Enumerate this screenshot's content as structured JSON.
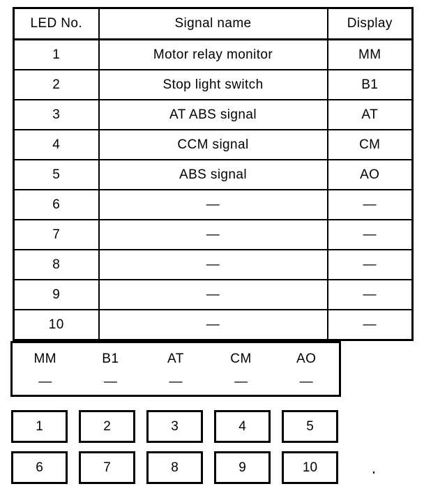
{
  "table": {
    "headers": [
      "LED No.",
      "Signal name",
      "Display"
    ],
    "rows": [
      {
        "no": "1",
        "signal": "Motor relay monitor",
        "display": "MM"
      },
      {
        "no": "2",
        "signal": "Stop light switch",
        "display": "B1"
      },
      {
        "no": "3",
        "signal": "AT ABS signal",
        "display": "AT"
      },
      {
        "no": "4",
        "signal": "CCM signal",
        "display": "CM"
      },
      {
        "no": "5",
        "signal": "ABS signal",
        "display": "AO"
      },
      {
        "no": "6",
        "signal": "—",
        "display": "—"
      },
      {
        "no": "7",
        "signal": "—",
        "display": "—"
      },
      {
        "no": "8",
        "signal": "—",
        "display": "—"
      },
      {
        "no": "9",
        "signal": "—",
        "display": "—"
      },
      {
        "no": "10",
        "signal": "—",
        "display": "—"
      }
    ]
  },
  "display_panel": {
    "cells": [
      {
        "label": "MM",
        "segment": "—"
      },
      {
        "label": "B1",
        "segment": "—"
      },
      {
        "label": "AT",
        "segment": "—"
      },
      {
        "label": "CM",
        "segment": "—"
      },
      {
        "label": "AO",
        "segment": "—"
      }
    ]
  },
  "led_boxes": {
    "row1": [
      "1",
      "2",
      "3",
      "4",
      "5"
    ],
    "row2": [
      "6",
      "7",
      "8",
      "9",
      "10"
    ]
  },
  "colors": {
    "ink": "#000000",
    "paper": "#ffffff"
  }
}
